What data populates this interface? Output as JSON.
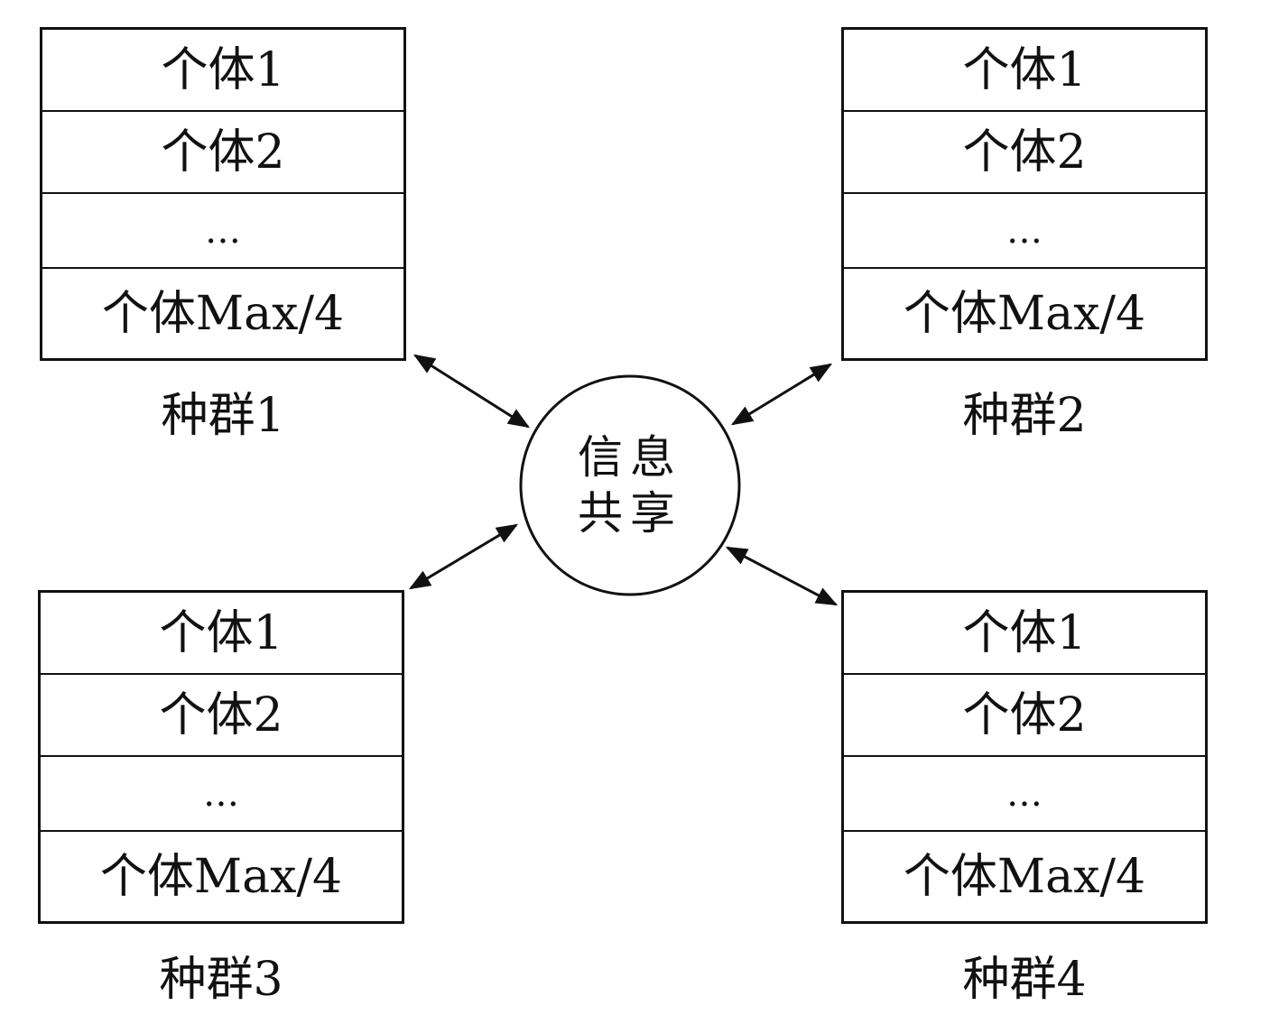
{
  "hub": {
    "line1": "信息",
    "line2": "共享"
  },
  "populations": [
    {
      "caption": "种群1",
      "rows": [
        "个体1",
        "个体2",
        "…",
        "个体Max/4"
      ]
    },
    {
      "caption": "种群2",
      "rows": [
        "个体1",
        "个体2",
        "…",
        "个体Max/4"
      ]
    },
    {
      "caption": "种群3",
      "rows": [
        "个体1",
        "个体2",
        "…",
        "个体Max/4"
      ]
    },
    {
      "caption": "种群4",
      "rows": [
        "个体1",
        "个体2",
        "…",
        "个体Max/4"
      ]
    }
  ],
  "colors": {
    "stroke": "#111111",
    "background": "#ffffff"
  }
}
